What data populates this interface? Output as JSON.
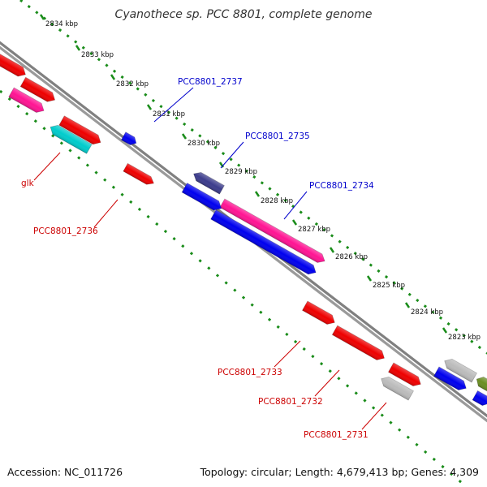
{
  "title": "Cyanothece sp. PCC 8801, complete genome",
  "footer": {
    "accession": "Accession: NC_011726",
    "summary": "Topology: circular; Length: 4,679,413 bp; Genes: 4,309"
  },
  "ticks": [
    {
      "label": "2834 kbp"
    },
    {
      "label": "2833 kbp"
    },
    {
      "label": "2832 kbp"
    },
    {
      "label": "2831 kbp"
    },
    {
      "label": "2830 kbp"
    },
    {
      "label": "2829 kbp"
    },
    {
      "label": "2828 kbp"
    },
    {
      "label": "2827 kbp"
    },
    {
      "label": "2826 kbp"
    },
    {
      "label": "2825 kbp"
    },
    {
      "label": "2824 kbp"
    },
    {
      "label": "2823 kbp"
    }
  ],
  "gene_labels": [
    {
      "text": "PCC8801_2737",
      "color": "#0000cc"
    },
    {
      "text": "PCC8801_2735",
      "color": "#0000cc"
    },
    {
      "text": "PCC8801_2734",
      "color": "#0000cc"
    },
    {
      "text": "glk",
      "color": "#cc0000"
    },
    {
      "text": "PCC8801_2736",
      "color": "#cc0000"
    },
    {
      "text": "PCC8801_2733",
      "color": "#cc0000"
    },
    {
      "text": "PCC8801_2732",
      "color": "#cc0000"
    },
    {
      "text": "PCC8801_2731",
      "color": "#cc0000"
    }
  ],
  "colors": {
    "backbone": "#808080",
    "tick": "#1a8c1a",
    "forward_gene": "#0000ee",
    "reverse_gene": "#ee0000",
    "pink_gene": "#ff1493",
    "cyan_gene": "#00cccc",
    "navy_gene": "#3c3c8c",
    "grey_gene": "#bbbbbb",
    "olive_gene": "#6b8e23"
  }
}
